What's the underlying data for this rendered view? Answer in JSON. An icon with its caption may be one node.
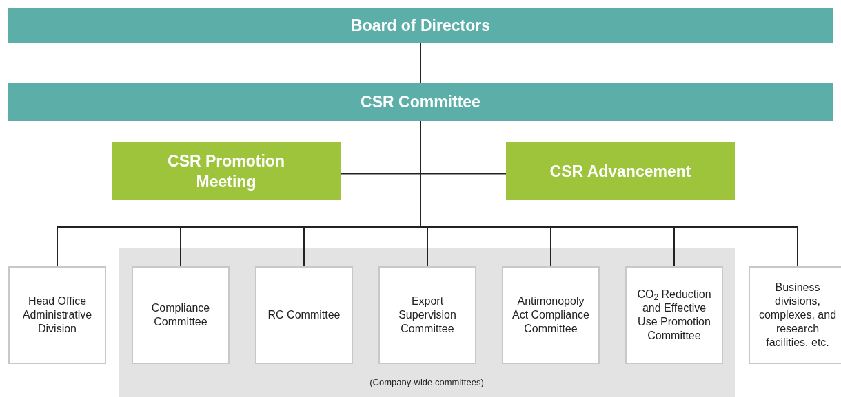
{
  "diagram": {
    "nodes": [
      {
        "text": [
          "Board of Directors"
        ]
      },
      {
        "text": [
          "CSR Committee"
        ]
      },
      {
        "text": [
          "CSR Promotion Meeting"
        ]
      },
      {
        "text": [
          "CSR Advancement"
        ]
      },
      {
        "text": [
          "Head Office Administrative Division"
        ]
      },
      {
        "text": [
          "(Company-wide committees)"
        ]
      },
      {
        "text": [
          "Compliance Committee"
        ],
        "in": 5
      },
      {
        "text": [
          "RC Committee"
        ],
        "in": 5
      },
      {
        "text": [
          "Export Supervision Committee"
        ],
        "in": 5
      },
      {
        "text": [
          "Antimonopoly Act Compliance Committee"
        ],
        "in": 5
      },
      {
        "text": [
          "CO$_{2}$ Reduction and Effective Use Promotion Committee"
        ],
        "in": 5
      },
      {
        "text": [
          "Business divisions, complexes, and research facilities, etc."
        ]
      }
    ],
    "edges": [
      {
        "from": 0,
        "to": 1,
        "arrow": "none"
      },
      {
        "from": 1,
        "to": 2,
        "arrow": "none"
      },
      {
        "from": 1,
        "to": 3,
        "arrow": "none"
      },
      {
        "from": 1,
        "to": 4,
        "arrow": "none"
      },
      {
        "from": 1,
        "to": 6,
        "arrow": "none"
      },
      {
        "from": 1,
        "to": 7,
        "arrow": "none"
      },
      {
        "from": 1,
        "to": 8,
        "arrow": "none"
      },
      {
        "from": 1,
        "to": 9,
        "arrow": "none"
      },
      {
        "from": 1,
        "to": 10,
        "arrow": "none"
      },
      {
        "from": 1,
        "to": 11,
        "arrow": "none"
      }
    ]
  }
}
